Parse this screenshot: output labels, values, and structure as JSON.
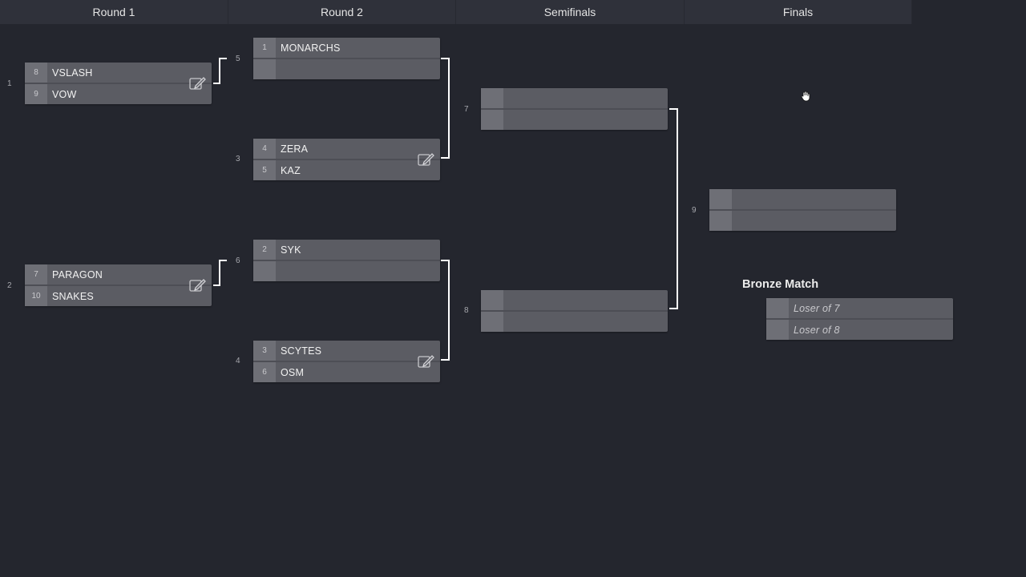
{
  "rounds": [
    "Round 1",
    "Round 2",
    "Semifinals",
    "Finals"
  ],
  "matches": {
    "m1": {
      "label": "1",
      "top": {
        "seed": "8",
        "team": "VSLASH"
      },
      "bottom": {
        "seed": "9",
        "team": "VOW"
      }
    },
    "m2": {
      "label": "2",
      "top": {
        "seed": "7",
        "team": "PARAGON"
      },
      "bottom": {
        "seed": "10",
        "team": "SNAKES"
      }
    },
    "m5": {
      "label": "5",
      "top": {
        "seed": "1",
        "team": "MONARCHS"
      },
      "bottom": {
        "seed": "",
        "team": ""
      }
    },
    "m3": {
      "label": "3",
      "top": {
        "seed": "4",
        "team": "ZERA"
      },
      "bottom": {
        "seed": "5",
        "team": "KAZ"
      }
    },
    "m6": {
      "label": "6",
      "top": {
        "seed": "2",
        "team": "SYK"
      },
      "bottom": {
        "seed": "",
        "team": ""
      }
    },
    "m4": {
      "label": "4",
      "top": {
        "seed": "3",
        "team": "SCYTES"
      },
      "bottom": {
        "seed": "6",
        "team": "OSM"
      }
    },
    "m7": {
      "label": "7",
      "top": {
        "seed": "",
        "team": ""
      },
      "bottom": {
        "seed": "",
        "team": ""
      }
    },
    "m8": {
      "label": "8",
      "top": {
        "seed": "",
        "team": ""
      },
      "bottom": {
        "seed": "",
        "team": ""
      }
    },
    "m9": {
      "label": "9",
      "top": {
        "seed": "",
        "team": ""
      },
      "bottom": {
        "seed": "",
        "team": ""
      }
    }
  },
  "bronze": {
    "title": "Bronze Match",
    "top": {
      "seed": "",
      "team": "Loser of 7"
    },
    "bottom": {
      "seed": "",
      "team": "Loser of 8"
    }
  },
  "icons": {
    "edit": "edit-pencil-icon",
    "cursor": "hand-cursor-icon"
  },
  "colors": {
    "background": "#24262e",
    "header": "#2f313a",
    "match": "#5b5c63",
    "seed": "#6e6f76",
    "connector": "#ffffff"
  }
}
